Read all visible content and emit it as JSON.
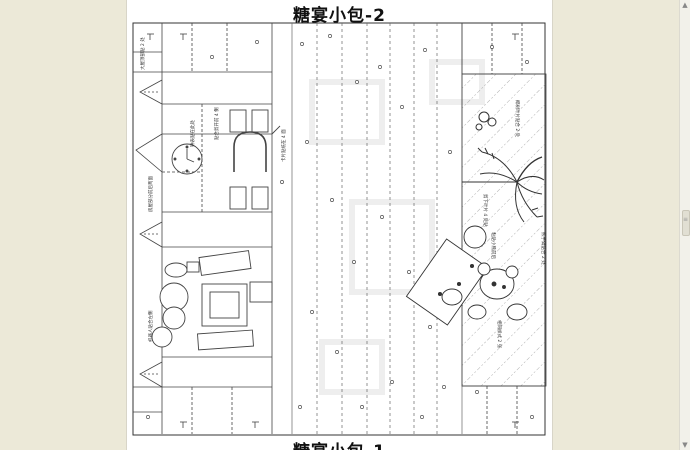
{
  "document": {
    "title_top": "糖宴小包-2",
    "title_bottom": "糖宴小包-1"
  },
  "pattern_labels": {
    "house_left_1": "大屋顶部贴 2 处",
    "house_left_2": "房屋部分前后两面",
    "house_left_3": "贴合剪开前 4 侧",
    "house_left_4": "机器人贴合左侧",
    "clock_note": "钟表贴在此处",
    "window_note": "卡片贴纸在 4 面",
    "tree_note_1": "椰树叶片贴合 2 处",
    "tree_note_2": "剪下叶片 4 处贴",
    "tree_note_3": "粘贴小熊前后",
    "tree_note_4": "熊手臂贴合 2 处",
    "tree_note_5": "相同样式 2 张"
  },
  "colors": {
    "toolbar_bg": "#ece9d8",
    "page_bg": "#ffffff",
    "line": "#444444"
  },
  "icons": {
    "scroll_up": "triangle-up-icon",
    "scroll_down": "triangle-down-icon"
  }
}
